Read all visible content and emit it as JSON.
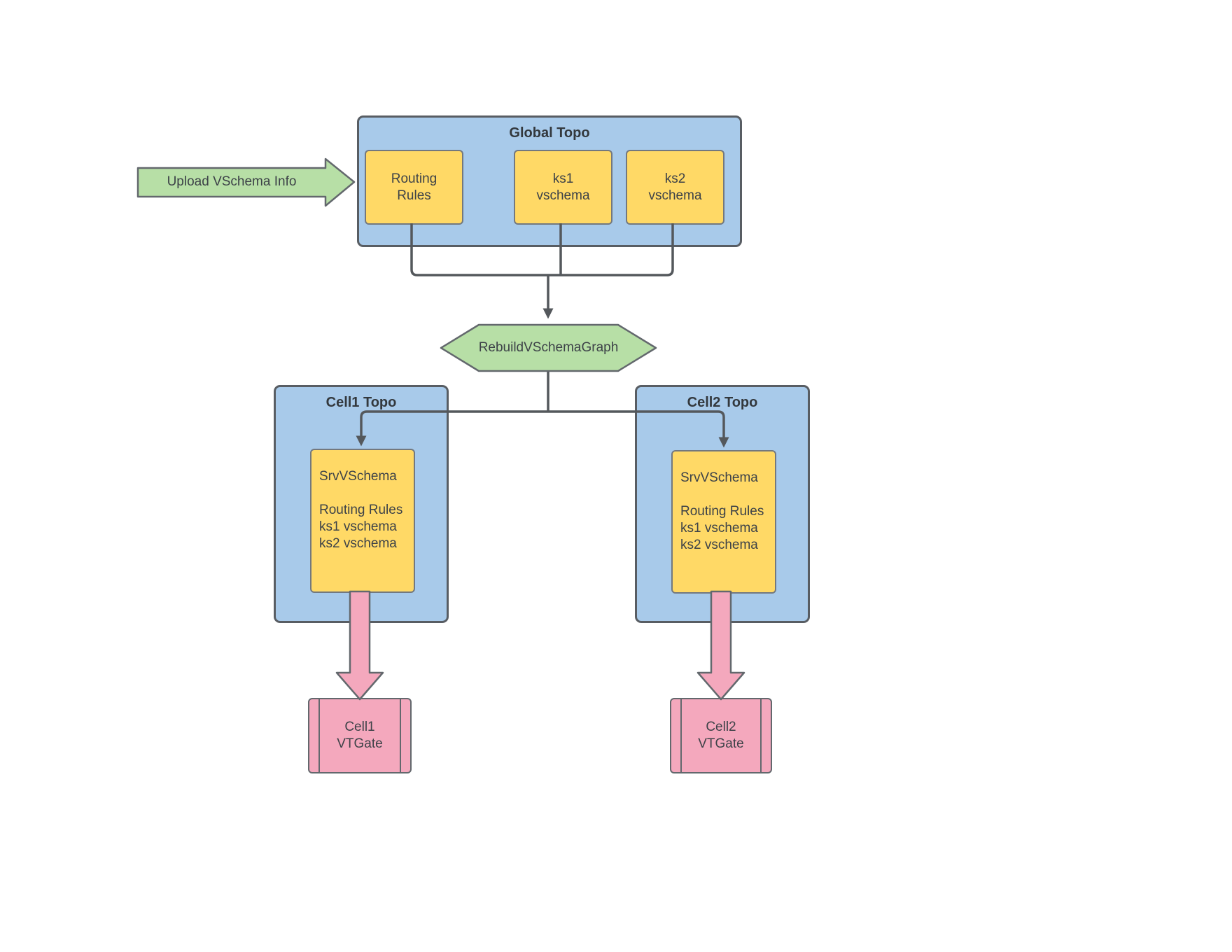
{
  "colors": {
    "container_fill": "#A8CAEA",
    "node_fill": "#FFD966",
    "accent_green": "#B7DFA6",
    "accent_pink": "#F4A8BD",
    "stroke": "#585D63",
    "connector": "#54585C",
    "text": "#3D4248"
  },
  "upload_arrow": {
    "label": "Upload VSchema Info"
  },
  "global_topo": {
    "title": "Global Topo",
    "routing_rules": "Routing\nRules",
    "ks1": "ks1\nvschema",
    "ks2": "ks2\nvschema"
  },
  "rebuild": {
    "label": "RebuildVSchemaGraph"
  },
  "cell1": {
    "title": "Cell1 Topo",
    "srvvschema": "SrvVSchema\n\nRouting Rules\nks1 vschema\nks2 vschema",
    "vtgate": "Cell1\nVTGate"
  },
  "cell2": {
    "title": "Cell2 Topo",
    "srvvschema": "SrvVSchema\n\nRouting Rules\nks1 vschema\nks2 vschema",
    "vtgate": "Cell2\nVTGate"
  }
}
